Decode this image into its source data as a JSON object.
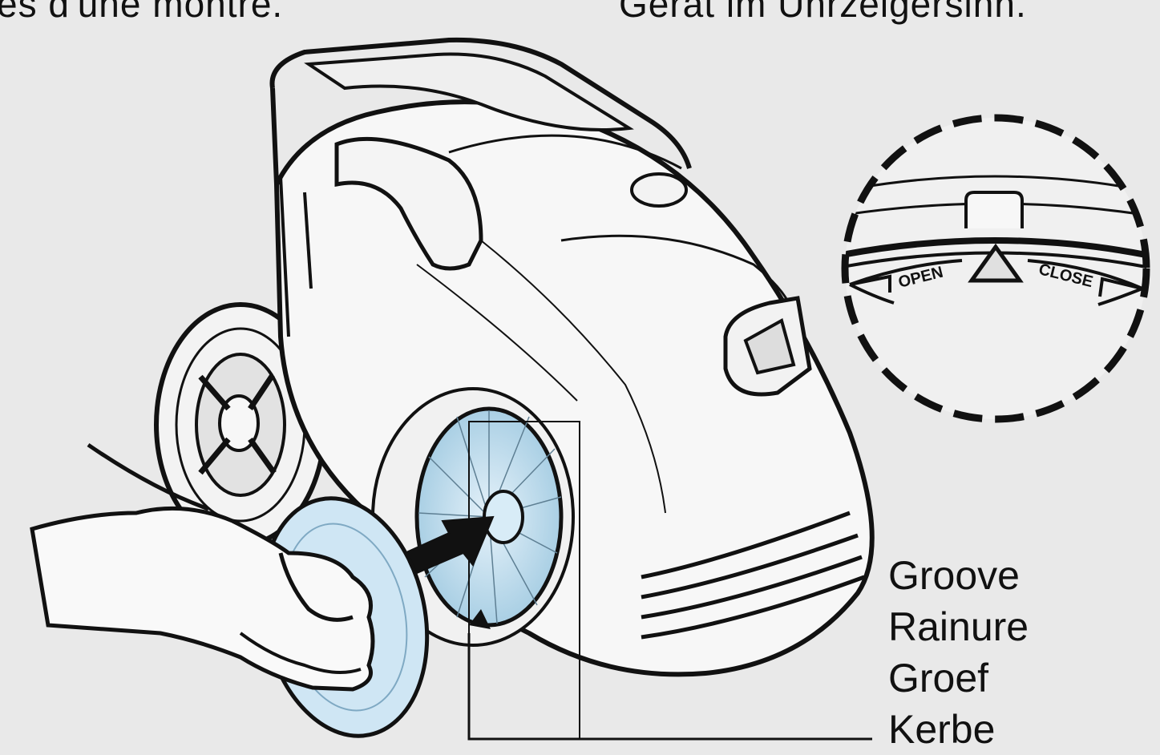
{
  "captions": {
    "left": "es d'une montre.",
    "right": "Gerät im Uhrzeigersinn."
  },
  "dial": {
    "open_label": "OPEN",
    "close_label": "CLOSE"
  },
  "callout": {
    "groove_en": "Groove",
    "groove_fr": "Rainure",
    "groove_nl": "Groef",
    "groove_de": "Kerbe"
  },
  "colors": {
    "background": "#e9e9e9",
    "outline": "#111111",
    "filter_blue": "#b9dbee",
    "cover_blue": "#cfe6f4"
  },
  "icons": [
    "vacuum-cleaner-illustration",
    "hand-illustration",
    "filter-cover",
    "insert-arrow-icon",
    "open-close-dial-detail"
  ]
}
